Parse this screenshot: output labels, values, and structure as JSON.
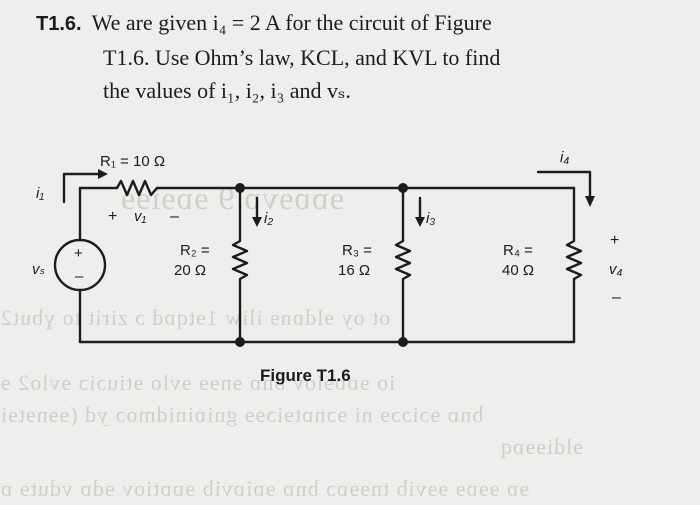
{
  "problem": {
    "number": "T1.6.",
    "line1": "We are given i₄ = 2 A for the circuit of Figure",
    "line2": "T1.6. Use Ohm’s law, KCL, and KVL to find",
    "line3": "the values of i₁, i₂, i₃ and vₛ."
  },
  "figure": {
    "caption": "Figure T1.6",
    "labels": {
      "r1": "R₁ = 10 Ω",
      "i1": "i₁",
      "v1_plus": "+",
      "v1": "v₁",
      "v1_minus": "–",
      "source_plus": "+",
      "source_minus": "–",
      "vs": "vₛ",
      "i2": "i₂",
      "r2_name": "R₂ =",
      "r2_value": "20 Ω",
      "r3_name": "R₃ =",
      "r3_value": "16 Ω",
      "i3": "i₃",
      "r4_name": "R₄ =",
      "r4_value": "40 Ω",
      "i4": "i₄",
      "v4_plus": "+",
      "v4": "v₄",
      "v4_minus": "–"
    }
  },
  "bleed_through": {
    "t1": "ot    oy ɘldɒnɘ  iliw 1ɘtqɒd   ɔ zirit to ɣbut2",
    "t2": "io ɘɒɒɘiov bnɒ  ɘnɘɘ  ɘvlo    ɘtiuɔiɔ ɘvlo2  ɘ",
    "t3": "bnɒ ɘɔiɔɔɘ ni ɘɔnɒtɘiɔɘɘ gniɒinidmoɔ yd (ɘɘnɘtɘi",
    "t4": "ɘldiɘɘɒq",
    "t5": "ɘɒ   ɘɘɒɘ   ɘɘvib tnɘɘɒɔ bnɒ ɘɒiɒvib ɘɒɒtiov ɘdɒ vdutɘ  ɒ",
    "t6": "ɘɒɒɘvɒ 9 ɘɒɘiɘɘ"
  }
}
